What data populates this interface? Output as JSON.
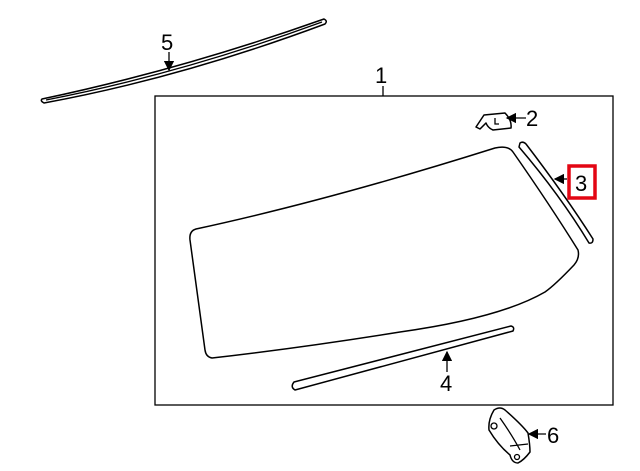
{
  "diagram": {
    "callouts": [
      {
        "number": "1",
        "part": "back-glass"
      },
      {
        "number": "2",
        "part": "bracket"
      },
      {
        "number": "3",
        "part": "side-molding",
        "highlighted": true
      },
      {
        "number": "4",
        "part": "lower-molding"
      },
      {
        "number": "5",
        "part": "upper-molding"
      },
      {
        "number": "6",
        "part": "hinge-bracket"
      }
    ],
    "highlight_color": "#e30613"
  }
}
